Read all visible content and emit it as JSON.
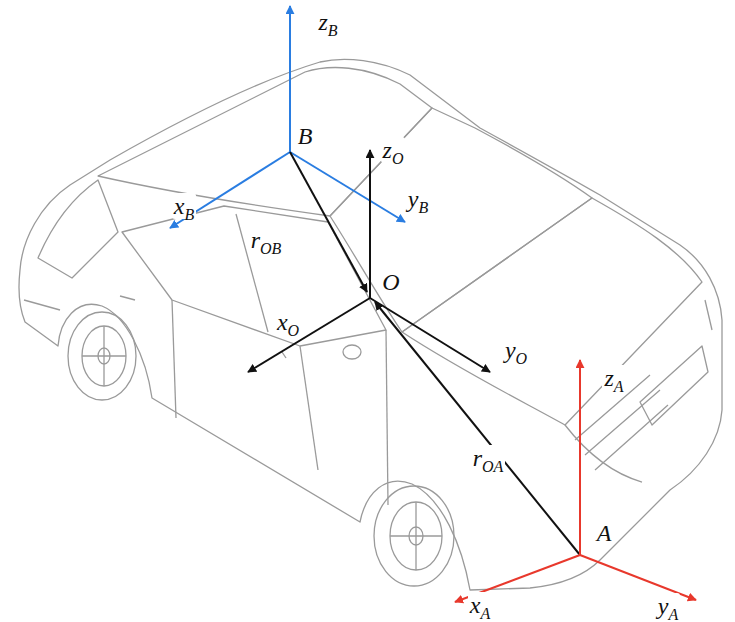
{
  "diagram": {
    "labels": [
      "zB",
      "B",
      "xB",
      "yB",
      "zO",
      "rOB",
      "O",
      "xO",
      "yO",
      "rOA",
      "zA",
      "A",
      "xA",
      "yA"
    ]
  }
}
